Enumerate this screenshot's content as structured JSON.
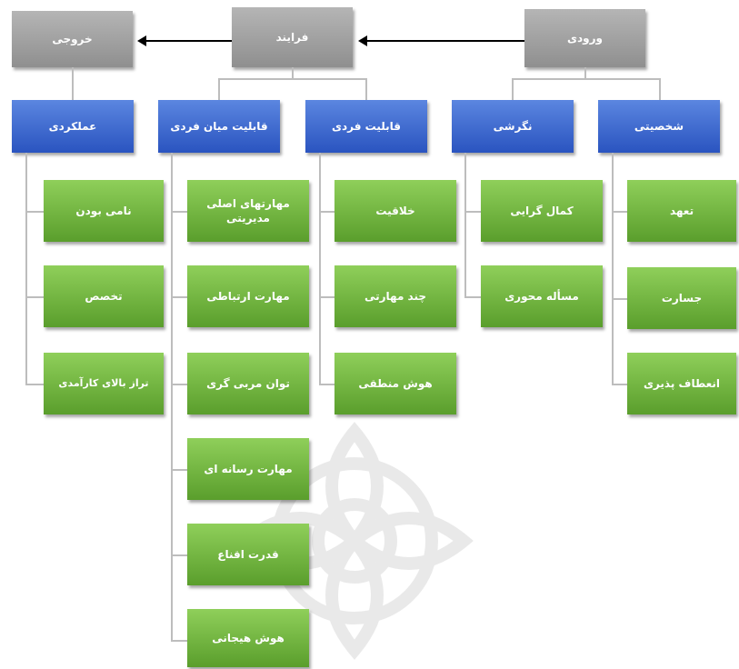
{
  "stages": {
    "input": "ورودی",
    "process": "فرایند",
    "output": "خروجی"
  },
  "categories": {
    "personality": "شخصیتی",
    "attitude": "نگرشی",
    "individual": "قابلیت فردی",
    "interpersonal": "قابلیت میان فردی",
    "performance": "عملکردی"
  },
  "items": {
    "personality": [
      "تعهد",
      "جسارت",
      "انعطاف پذیری"
    ],
    "attitude": [
      "کمال گرایی",
      "مسأله محوری"
    ],
    "individual": [
      "خلاقیت",
      "چند مهارتی",
      "هوش منطقی"
    ],
    "interpersonal": [
      "مهارتهای اصلی مدیریتی",
      "مهارت ارتباطی",
      "توان مربی گری",
      "مهارت رسانه ای",
      "قدرت اقناع",
      "هوش هیجانی"
    ],
    "performance": [
      "نامی بودن",
      "تخصص",
      "تراز بالای کارآمدی"
    ]
  },
  "colors": {
    "stage": "#9e9e9e",
    "category": "#3a64cf",
    "item": "#6db33f",
    "connector": "#bdbdbd",
    "arrow": "#000000"
  }
}
